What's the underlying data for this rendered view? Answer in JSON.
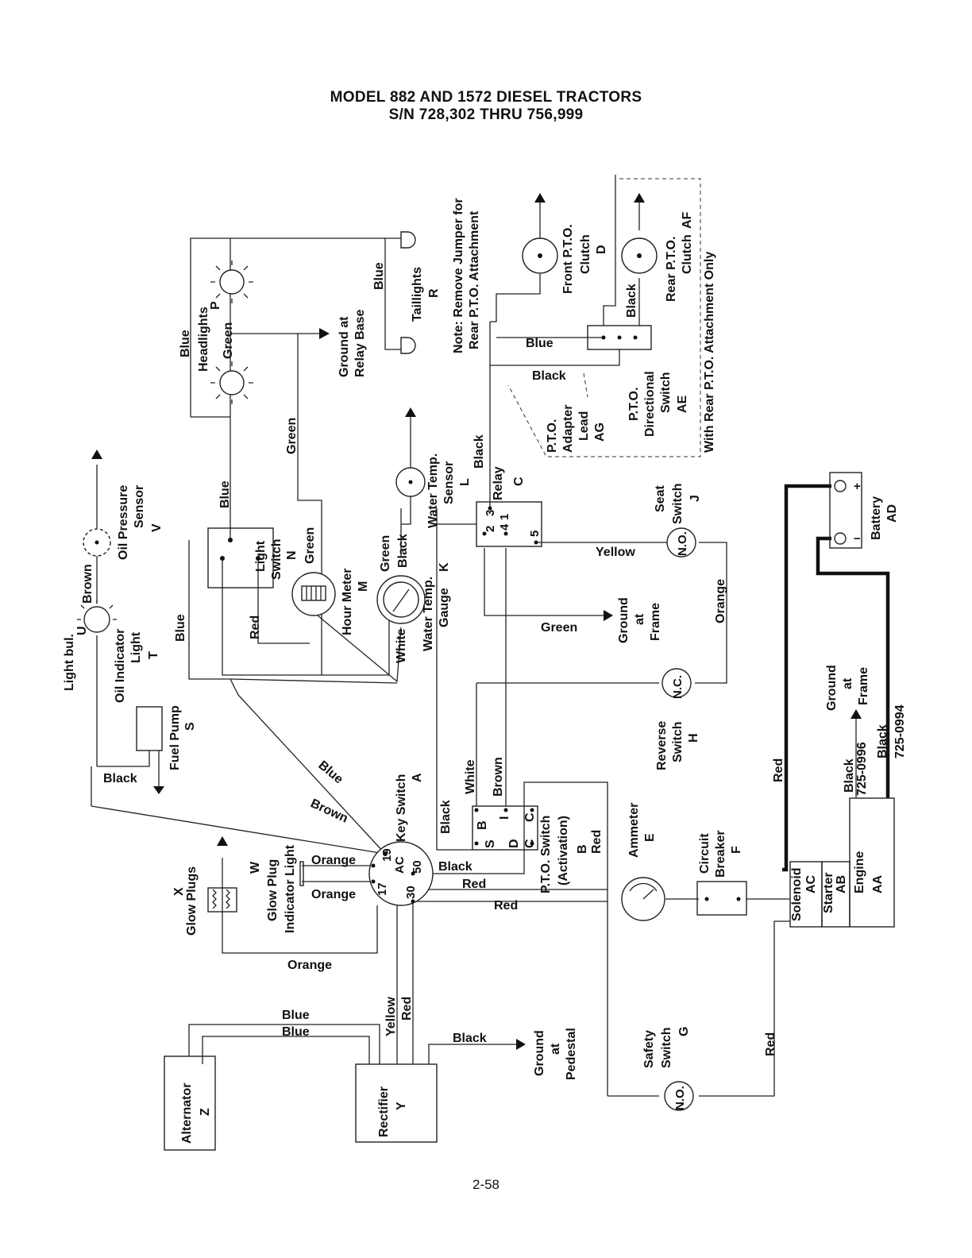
{
  "title": {
    "line1": "MODEL 882 AND 1572 DIESEL TRACTORS",
    "line2": "S/N 728,302 THRU 756,999"
  },
  "page_number": "2-58",
  "notes": {
    "jumper_line1": "Note: Remove Jumper for",
    "jumper_line2": "Rear P.T.O. Attachment",
    "rear_pto_only": "With Rear P.T.O. Attachment Only"
  },
  "components": {
    "headlights": {
      "name": "Headlights",
      "code": "P"
    },
    "taillights": {
      "name": "Taillights",
      "code": "R"
    },
    "ground_relay": {
      "line1": "Ground at",
      "line2": "Relay Base"
    },
    "oil_pressure": {
      "line1": "Oil Pressure",
      "line2": "Sensor",
      "code": "V"
    },
    "light_bulb": {
      "name": "Light bul.",
      "code": "U"
    },
    "oil_indicator": {
      "line1": "Oil Indicator",
      "line2": "Light",
      "code": "T"
    },
    "fuel_pump": {
      "name": "Fuel Pump",
      "code": "S"
    },
    "light_switch": {
      "line1": "Light",
      "line2": "Switch",
      "code": "N"
    },
    "hour_meter": {
      "name": "Hour Meter",
      "code": "M"
    },
    "water_gauge": {
      "line1": "Water Temp.",
      "line2": "Gauge",
      "code": "K"
    },
    "water_sensor": {
      "line1": "Water Temp.",
      "line2": "Sensor",
      "code": "L"
    },
    "relay": {
      "name": "Relay",
      "code": "C"
    },
    "front_pto": {
      "line1": "Front P.T.O.",
      "line2": "Clutch",
      "code": "D"
    },
    "rear_pto": {
      "line1": "Rear P.T.O.",
      "line2": "Clutch",
      "code": "AF"
    },
    "pto_adapter": {
      "line1": "P.T.O.",
      "line2": "Adapter",
      "line3": "Lead",
      "code": "AG"
    },
    "pto_directional": {
      "line1": "P.T.O.",
      "line2": "Directional",
      "line3": "Switch",
      "code": "AE"
    },
    "seat_switch": {
      "line1": "Seat",
      "line2": "Switch",
      "code": "J",
      "state": "N.O."
    },
    "ground_frame": {
      "line1": "Ground",
      "line2": "at",
      "line3": "Frame"
    },
    "reverse_switch": {
      "line1": "Reverse",
      "line2": "Switch",
      "code": "H",
      "state": "N.C."
    },
    "key_switch": {
      "name": "Key Switch",
      "code": "A",
      "terminals": [
        "19",
        "AC",
        "50",
        "17",
        "30"
      ]
    },
    "pto_switch": {
      "line1": "P.T.O. Switch",
      "line2": "(Activation)",
      "code": "B",
      "terminals": [
        "B",
        "I",
        "C",
        "S",
        "D",
        "C"
      ]
    },
    "glow_plugs": {
      "name": "Glow Plugs",
      "code": "X"
    },
    "glow_indicator": {
      "line1": "Glow Plug",
      "line2": "Indicator Light",
      "code": "W"
    },
    "ammeter": {
      "name": "Ammeter",
      "code": "E"
    },
    "circuit_breaker": {
      "line1": "Circuit",
      "line2": "Breaker",
      "code": "F"
    },
    "battery": {
      "name": "Battery",
      "code": "AD",
      "plus": "+",
      "minus": "−"
    },
    "ground_frame_right": {
      "line1": "Ground",
      "line2": "at",
      "line3": "Frame"
    },
    "engine": {
      "name": "Engine",
      "code": "AA"
    },
    "starter": {
      "name": "Starter",
      "code": "AB"
    },
    "solenoid": {
      "name": "Solenoid",
      "code": "AC"
    },
    "safety_switch": {
      "line1": "Safety",
      "line2": "Switch",
      "code": "G",
      "state": "N.O."
    },
    "ground_pedestal": {
      "line1": "Ground",
      "line2": "at",
      "line3": "Pedestal"
    },
    "alternator": {
      "name": "Alternator",
      "code": "Z"
    },
    "rectifier": {
      "name": "Rectifier",
      "code": "Y"
    }
  },
  "part_numbers": {
    "black_cable": "725-0996",
    "black_cable2": "725-0994"
  },
  "wires": {
    "blue": "Blue",
    "green": "Green",
    "brown": "Brown",
    "black": "Black",
    "red": "Red",
    "white": "White",
    "yellow": "Yellow",
    "orange": "Orange"
  },
  "relay_pins": [
    "2",
    "3",
    "1",
    "4",
    "5"
  ]
}
